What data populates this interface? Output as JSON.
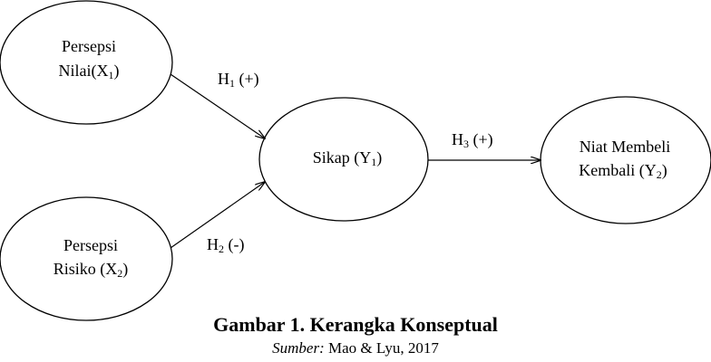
{
  "nodes": [
    {
      "id": "x1",
      "line1": "Persepsi",
      "line2_prefix": "Nilai(X",
      "line2_sub": "1",
      "line2_suffix": ")"
    },
    {
      "id": "x2",
      "line1": "Persepsi",
      "line2_prefix": "Risiko (X",
      "line2_sub": "2",
      "line2_suffix": ")"
    },
    {
      "id": "y1",
      "line1_prefix": "Sikap (Y",
      "line1_sub": "1",
      "line1_suffix": ")"
    },
    {
      "id": "y2",
      "line1": "Niat Membeli",
      "line2_prefix": "Kembali (Y",
      "line2_sub": "2",
      "line2_suffix": ")"
    }
  ],
  "edges": [
    {
      "id": "h1",
      "prefix": "H",
      "sub": "1",
      "sign": " (+)"
    },
    {
      "id": "h2",
      "prefix": "H",
      "sub": "2",
      "sign": " (-)"
    },
    {
      "id": "h3",
      "prefix": "H",
      "sub": "3",
      "sign": " (+)"
    }
  ],
  "caption": {
    "title": "Gambar 1. Kerangka Konseptual",
    "source_label": "Sumber:",
    "source_text": " Mao & Lyu, 2017"
  }
}
